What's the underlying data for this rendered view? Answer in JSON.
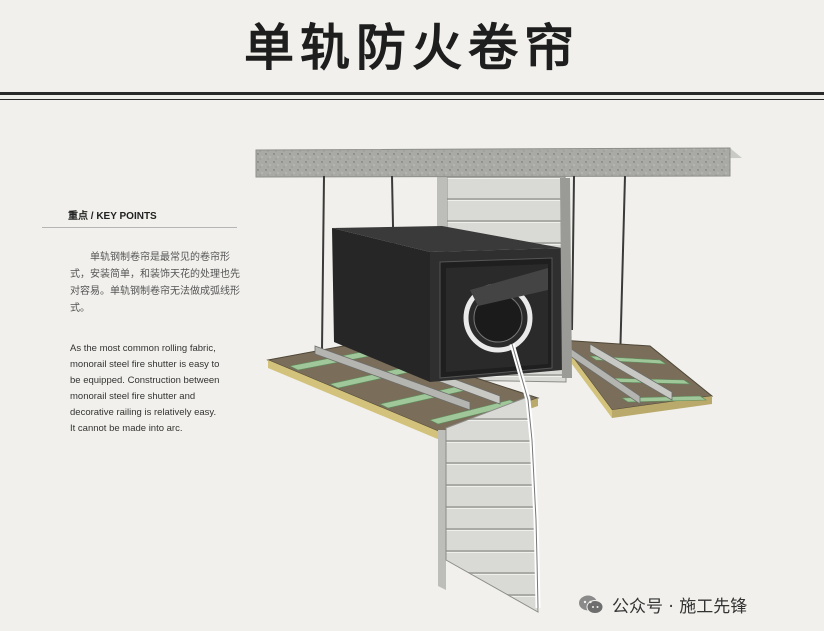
{
  "title": "单轨防火卷帘",
  "key_points": {
    "heading": "重点 / KEY POINTS",
    "zh_text": "单轨钢制卷帘是最常见的卷帘形式，安装简单，和装饰天花的处理也先对容易。单轨钢制卷帘无法做成弧线形式。",
    "en_lines": [
      "As the most common rolling fabric,",
      "monorail steel fire shutter is easy to",
      "be equipped. Construction between",
      "monorail steel fire shutter and",
      "decorative railing is relatively easy.",
      "It cannot be made into arc."
    ]
  },
  "watermark": {
    "text": "公众号 · 施工先锋",
    "icon": "wechat-icon"
  },
  "colors": {
    "background": "#f1f0ec",
    "concrete": "#a9a9a6",
    "box": "#2b2b2b",
    "board": "#6f6452",
    "green_strip": "#9fc79a",
    "shutter": "#d7d7d3"
  }
}
